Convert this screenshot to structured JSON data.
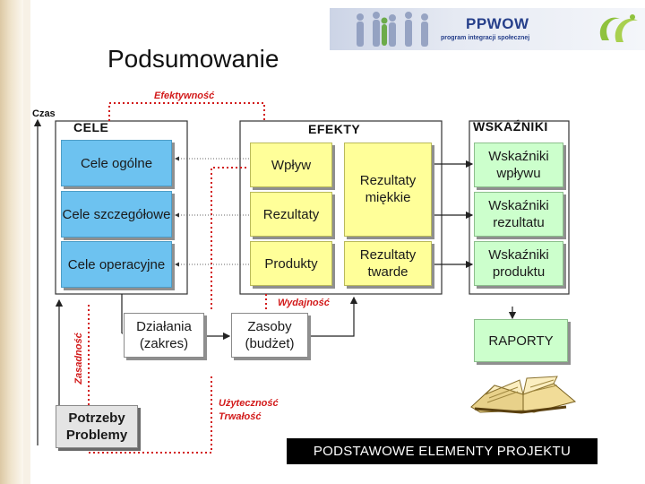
{
  "slide": {
    "title": "Podsumowanie"
  },
  "logo": {
    "name": "PPWOW",
    "subtitle": "program integracji społecznej"
  },
  "diagram": {
    "time_axis_label": "Czas",
    "dotted_labels": {
      "efektywnosc": "Efektywność",
      "wydajnosc": "Wydajność",
      "uzytecznosc": "Użyteczność",
      "trwalosc": "Trwałość",
      "zasadnosc": "Zasadność"
    },
    "headers": {
      "cele": "CELE",
      "efekty": "EFEKTY",
      "wskazniki": "WSKAŹNIKI"
    },
    "cele": {
      "ogolne": "Cele ogólne",
      "szczegolowe": "Cele szczegółowe",
      "operacyjne": "Cele operacyjne"
    },
    "efekty": {
      "wplyw": "Wpływ",
      "rezultaty": "Rezultaty",
      "produkty": "Produkty",
      "rezultaty_miekkie": "Rezultaty miękkie",
      "rezultaty_twarde": "Rezultaty twarde"
    },
    "wskazniki": {
      "wplywu": "Wskaźniki wpływu",
      "rezultatu": "Wskaźniki rezultatu",
      "produktu": "Wskaźniki produktu"
    },
    "raporty": "RAPORTY",
    "dzialania": "Działania (zakres)",
    "zasoby": "Zasoby (budżet)",
    "potrzeby": "Potrzeby Problemy",
    "footer": "PODSTAWOWE ELEMENTY PROJEKTU"
  },
  "colors": {
    "cele_fill": "#6dc2f0",
    "efekty_fill": "#ffff99",
    "wskazniki_fill": "#ccffcc",
    "dotted_line": "#d21a1a"
  }
}
